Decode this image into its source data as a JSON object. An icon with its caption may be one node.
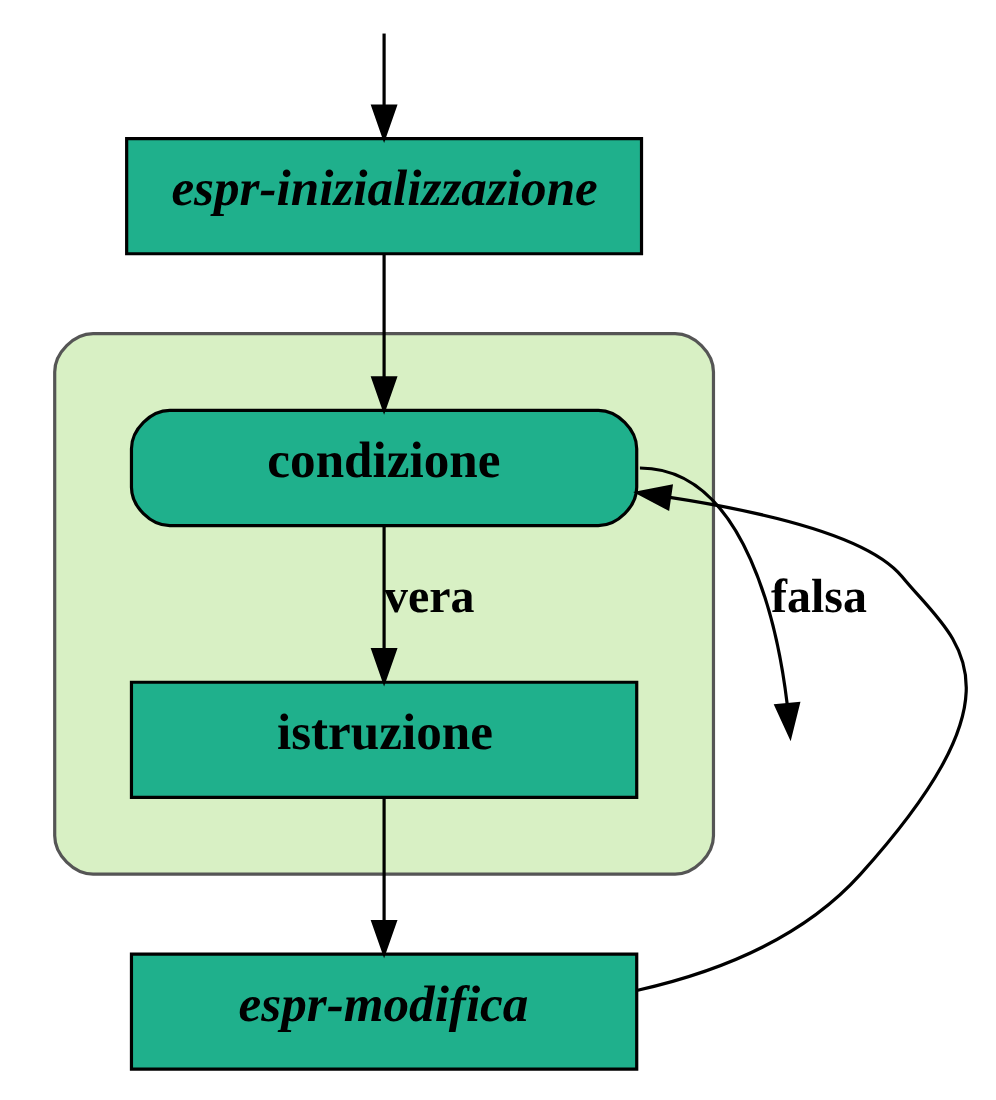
{
  "diagram": {
    "nodes": [
      {
        "text": [
          "espr-inizializzazione"
        ]
      },
      {
        "text": [],
        "shape": "ellipse"
      },
      {
        "text": [
          "condizione"
        ],
        "in": 1
      },
      {
        "text": [
          "istruzione"
        ],
        "in": 1
      },
      {
        "text": [
          "espr-modifica"
        ]
      }
    ],
    "edges": [
      {
        "from": null,
        "to": 0,
        "arrow": "to"
      },
      {
        "from": 0,
        "to": 2,
        "arrow": "to"
      },
      {
        "from": 2,
        "to": 3,
        "arrow": "to",
        "label": "vera"
      },
      {
        "from": 2,
        "to": null,
        "arrow": "to",
        "label": "falsa"
      },
      {
        "from": 3,
        "to": 4,
        "arrow": "to"
      },
      {
        "from": 4,
        "to": 2,
        "arrow": "to"
      }
    ]
  }
}
